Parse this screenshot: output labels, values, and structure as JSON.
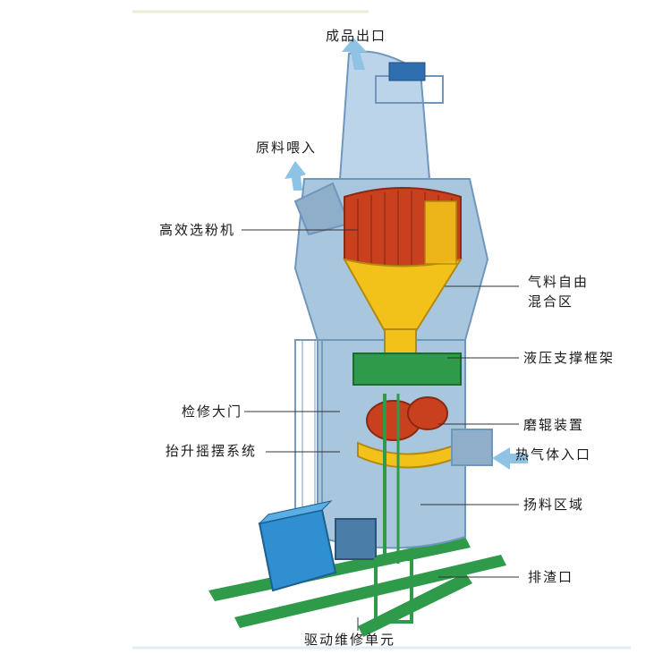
{
  "labels": {
    "product_outlet": "成品出口",
    "raw_material_inlet": "原料喂入",
    "separator": "高效选粉机",
    "mixing_zone_line1": "气料自由",
    "mixing_zone_line2": "混合区",
    "hydraulic_frame": "液压支撑框架",
    "maintenance_door": "检修大门",
    "grinding_device": "磨辊装置",
    "lifting_swing_system": "抬升摇摆系统",
    "hot_gas_inlet": "热气体入口",
    "material_lifting_zone": "扬料区域",
    "slag_outlet": "排渣口",
    "drive_maintenance_unit": "驱动维修单元"
  },
  "colors": {
    "shell": "#a9c6df",
    "shell_dark": "#6f97bd",
    "separator_red": "#c8401e",
    "separator_yellow": "#f2c21a",
    "green_frame": "#2e9a4a",
    "motor_blue": "#2f8fd0",
    "arrow": "#8fc3e6"
  }
}
